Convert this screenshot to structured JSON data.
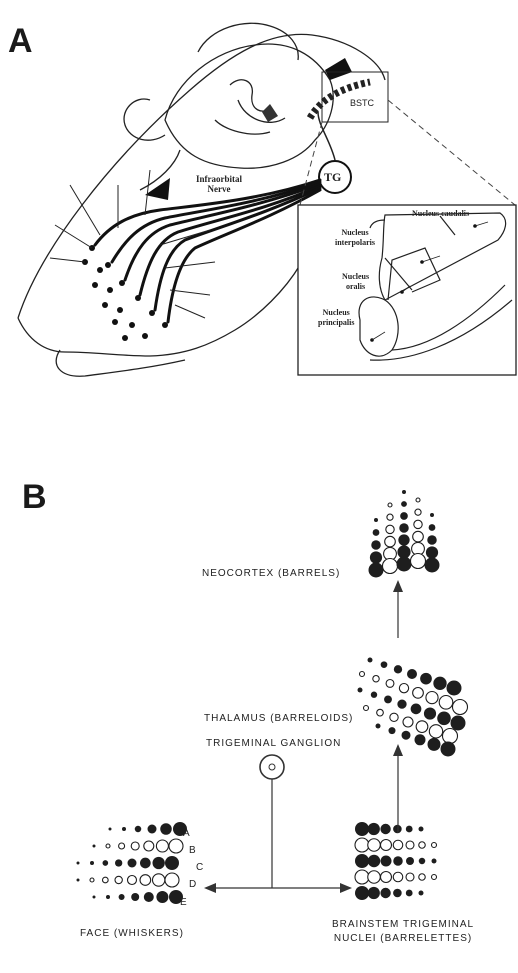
{
  "panel_a": {
    "letter": "A",
    "labels": {
      "infraorbital_line1": "Infraorbital",
      "infraorbital_line2": "Nerve",
      "tg": "TG",
      "bstc": "BSTC",
      "caudalis": "Nucleus caudalis",
      "interpolaris_line1": "Nucleus",
      "interpolaris_line2": "interpolaris",
      "oralis_line1": "Nucleus",
      "oralis_line2": "oralis",
      "principalis_line1": "Nucleus",
      "principalis_line2": "principalis"
    }
  },
  "panel_b": {
    "letter": "B",
    "labels": {
      "neocortex": "NEOCORTEX (BARRELS)",
      "thalamus": "THALAMUS (BARRELOIDS)",
      "ganglion": "TRIGEMINAL GANGLION",
      "face": "FACE (WHISKERS)",
      "brainstem_line1": "BRAINSTEM TRIGEMINAL",
      "brainstem_line2": "NUCLEI (BARRELETTES)"
    },
    "whisker_rows": [
      "A",
      "B",
      "C",
      "D",
      "E"
    ]
  },
  "colors": {
    "ink": "#1e1e1e",
    "background": "#ffffff"
  }
}
